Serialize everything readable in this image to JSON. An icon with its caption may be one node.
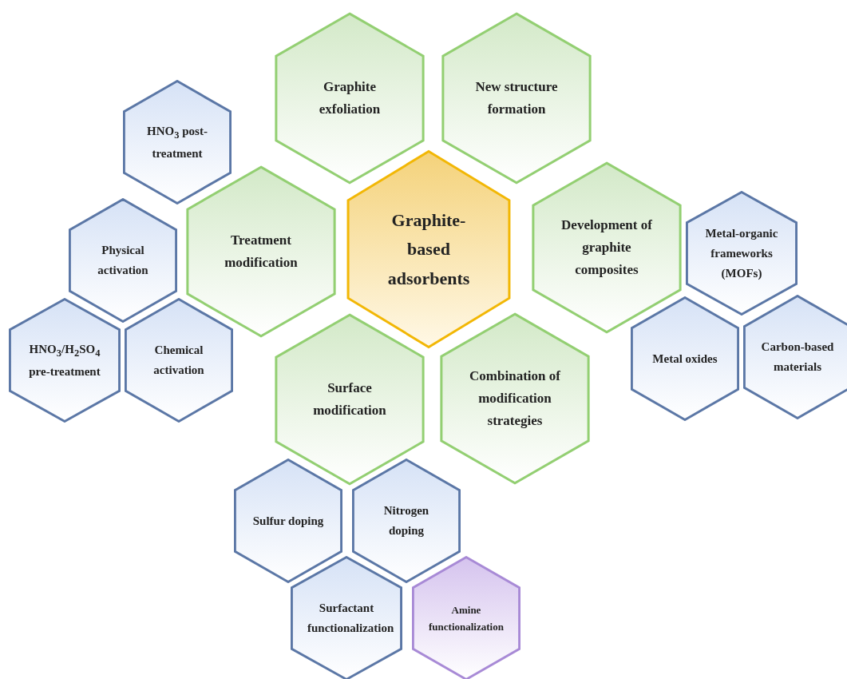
{
  "diagram": {
    "nodes": [
      {
        "text": [
          "Graphite exfoliation"
        ]
      },
      {
        "text": [
          "New structure formation"
        ]
      },
      {
        "text": [
          "HNO$_{3}$ post-treatment"
        ]
      },
      {
        "text": [
          "Treatment modification"
        ]
      },
      {
        "text": [
          "Graphite-based adsorbents"
        ]
      },
      {
        "text": [
          "Development of graphite composites"
        ]
      },
      {
        "text": [
          "Metal-organic frameworks (MOFs)"
        ]
      },
      {
        "text": [
          "Physical activation"
        ]
      },
      {
        "text": [
          "HNO$_{3}$/H$_{2}$SO$_{4}$ pre-treatment"
        ]
      },
      {
        "text": [
          "Chemical activation"
        ]
      },
      {
        "text": [
          "Surface modification"
        ]
      },
      {
        "text": [
          "Combination of modification strategies"
        ]
      },
      {
        "text": [
          "Metal oxides"
        ]
      },
      {
        "text": [
          "Carbon-based materials"
        ]
      },
      {
        "text": [
          "Sulfur doping"
        ]
      },
      {
        "text": [
          "Nitrogen doping"
        ]
      },
      {
        "text": [
          "Surfactant functionalization"
        ]
      },
      {
        "text": [
          "Amine functionalization"
        ]
      }
    ],
    "edges": []
  }
}
